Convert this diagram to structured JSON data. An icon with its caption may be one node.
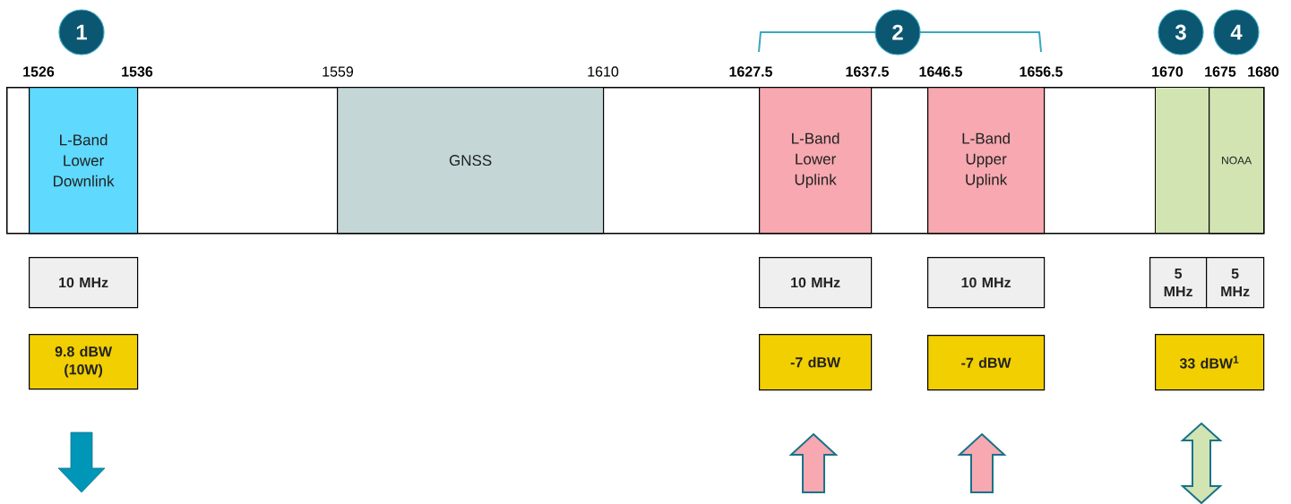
{
  "diagram": {
    "nodes": [
      {
        "text": [
          "1"
        ]
      },
      {
        "text": [
          "2"
        ]
      },
      {
        "text": [
          "3"
        ]
      },
      {
        "text": [
          "4"
        ]
      },
      {
        "text": [],
        "shape": "bar"
      },
      {
        "text": [
          "L-Band Lower Downlink"
        ],
        "in": 4
      },
      {
        "text": [
          "GNSS"
        ],
        "in": 4
      },
      {
        "text": [
          "L-Band Lower Uplink"
        ],
        "in": 4
      },
      {
        "text": [
          "L-Band Upper Uplink"
        ],
        "in": 4
      },
      {
        "text": [],
        "shape": "box",
        "in": 4
      },
      {
        "text": [
          "NOAA"
        ],
        "in": 4
      },
      {
        "text": [
          "10 MHz"
        ]
      },
      {
        "text": [
          "10 MHz"
        ]
      },
      {
        "text": [
          "10 MHz"
        ]
      },
      {
        "text": [
          "5 MHz"
        ]
      },
      {
        "text": [
          "5 MHz"
        ]
      },
      {
        "text": [
          "9.8 dBW (10W)"
        ]
      },
      {
        "text": [
          "-7 dBW"
        ]
      },
      {
        "text": [
          "-7 dBW"
        ]
      },
      {
        "text": [
          "33 dBW$^{1}$"
        ]
      }
    ],
    "labels": [
      "1526",
      "1536",
      "1559",
      "1610",
      "1627.5",
      "1637.5",
      "1646.5",
      "1656.5",
      "1670",
      "1675",
      "1680"
    ]
  }
}
